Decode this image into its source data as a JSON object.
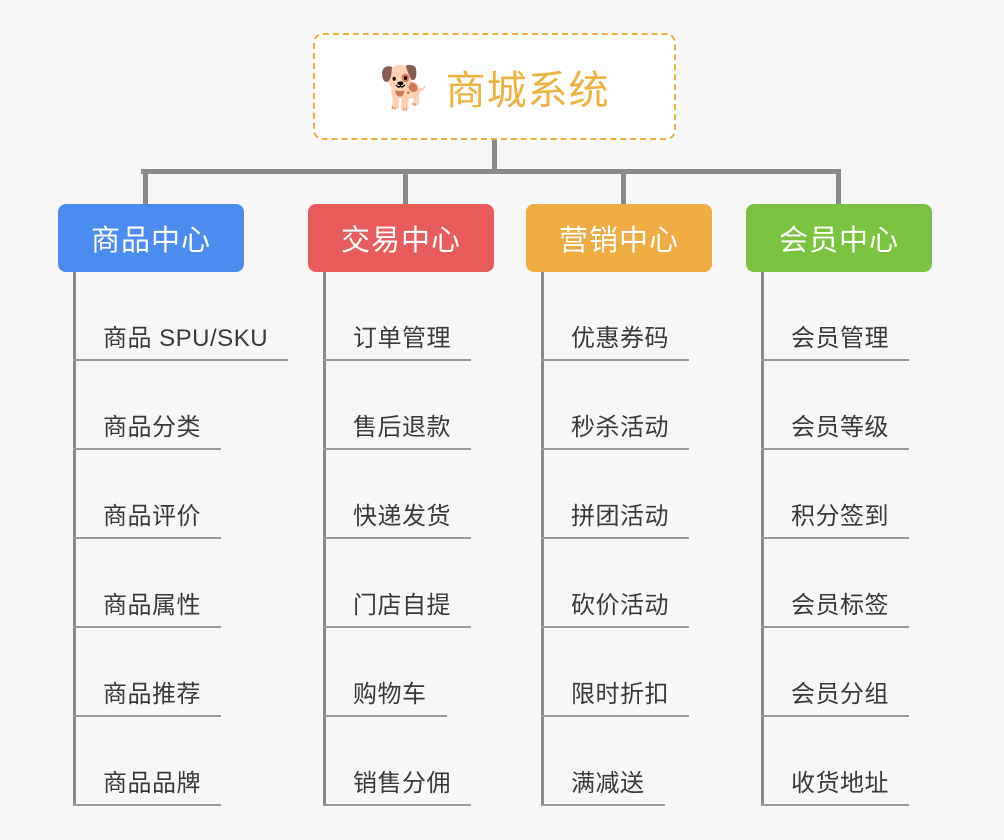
{
  "page": {
    "background_color": "#f7f7f7",
    "line_color": "#8a8a8a",
    "leaf_text_color": "#3a3a3a"
  },
  "root": {
    "title": "商城系统",
    "emoji": "🐕",
    "emoji_name": "shiba-dog-face-emoji",
    "border_color": "#eeb03e",
    "text_color": "#efb23f",
    "background_color": "#ffffff"
  },
  "categories": [
    {
      "label": "商品中心",
      "color": "#4a8cf0",
      "key": "product-center",
      "items": [
        "商品 SPU/SKU",
        "商品分类",
        "商品评价",
        "商品属性",
        "商品推荐",
        "商品品牌"
      ]
    },
    {
      "label": "交易中心",
      "color": "#e85c5c",
      "key": "trade-center",
      "items": [
        "订单管理",
        "售后退款",
        "快递发货",
        "门店自提",
        "购物车",
        "销售分佣"
      ]
    },
    {
      "label": "营销中心",
      "color": "#eeac42",
      "key": "marketing-center",
      "items": [
        "优惠券码",
        "秒杀活动",
        "拼团活动",
        "砍价活动",
        "限时折扣",
        "满减送"
      ]
    },
    {
      "label": "会员中心",
      "color": "#79c340",
      "key": "member-center",
      "items": [
        "会员管理",
        "会员等级",
        "积分签到",
        "会员标签",
        "会员分组",
        "收货地址"
      ]
    }
  ]
}
